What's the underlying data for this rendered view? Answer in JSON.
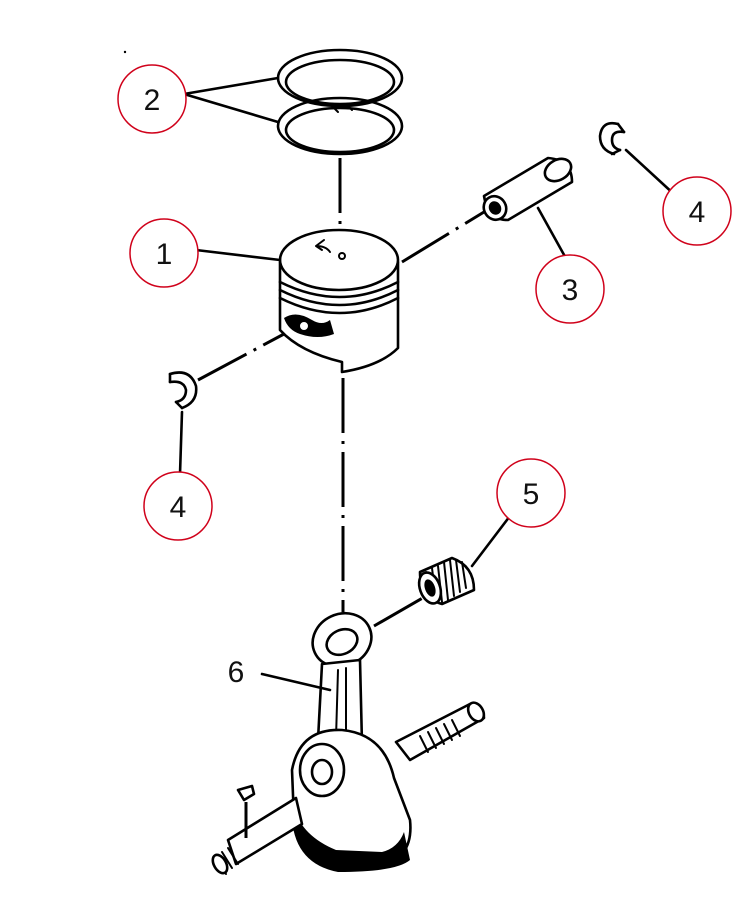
{
  "diagram": {
    "callout_color": "#d0021b",
    "parts": [
      {
        "number": "1",
        "name": "piston"
      },
      {
        "number": "2",
        "name": "piston-rings"
      },
      {
        "number": "3",
        "name": "piston-pin"
      },
      {
        "number": "4",
        "name": "circlip"
      },
      {
        "number": "5",
        "name": "needle-bearing"
      },
      {
        "number": "6",
        "name": "crankshaft"
      }
    ],
    "labels": {
      "piston": "1",
      "rings": "2",
      "pin": "3",
      "circlip_right": "4",
      "circlip_left": "4",
      "bearing": "5",
      "crankshaft": "6"
    }
  }
}
